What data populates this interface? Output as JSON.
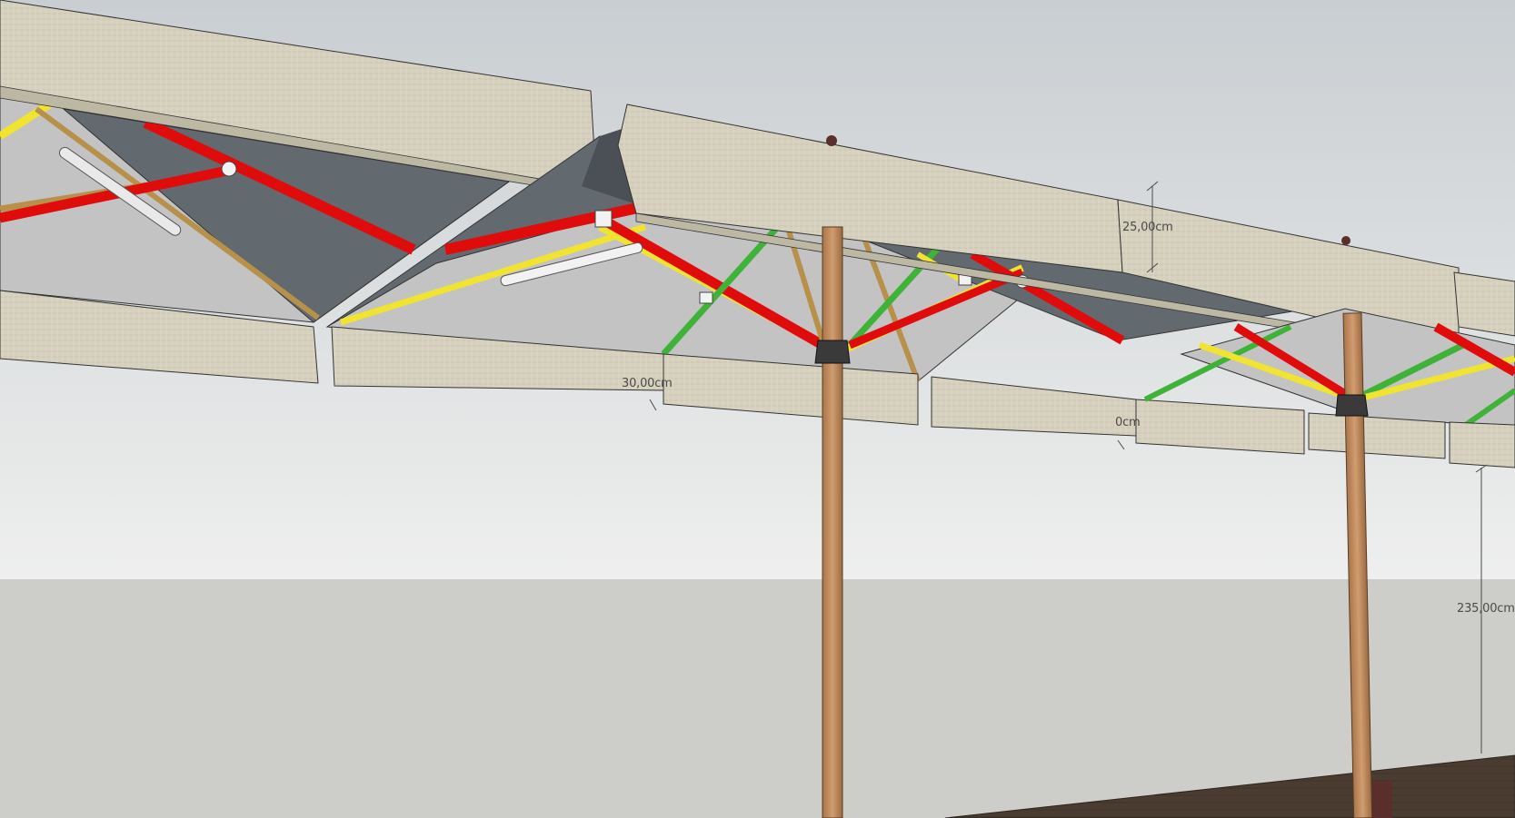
{
  "scene": {
    "description_visible": false,
    "colors": {
      "sky_top": "#c9ced2",
      "sky_bottom": "#eceeed",
      "ground": "#cdcec9",
      "deck": "#4a3c30",
      "canopy_fabric": "#d6d1be",
      "canopy_underside": "#5f666b",
      "frame_red": "#e00c0c",
      "frame_yellow": "#f0e430",
      "frame_green": "#3fb338",
      "frame_wood": "#b7904a",
      "pole": "#c08a5c",
      "hub": "#3a3a3a"
    }
  },
  "dimensions": {
    "d1": "25,00cm",
    "d2": "30,00cm",
    "d3": "0cm",
    "d4": "235,00cm"
  }
}
